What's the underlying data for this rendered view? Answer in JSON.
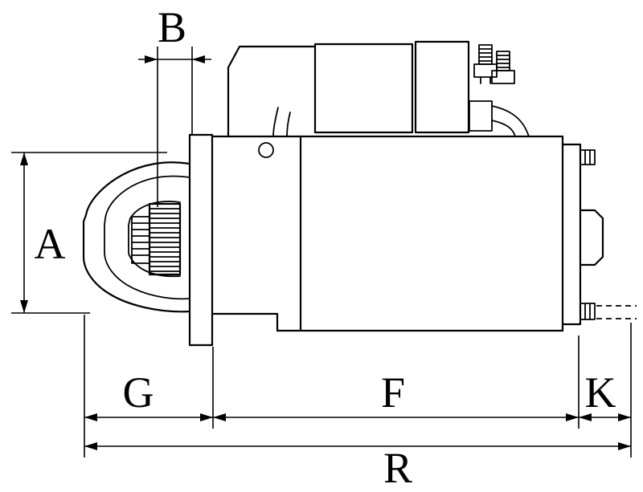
{
  "diagram": {
    "background_color": "#ffffff",
    "line_color": "#000000",
    "labels": {
      "A": "A",
      "B": "B",
      "G": "G",
      "F": "F",
      "K": "K",
      "R": "R"
    }
  }
}
